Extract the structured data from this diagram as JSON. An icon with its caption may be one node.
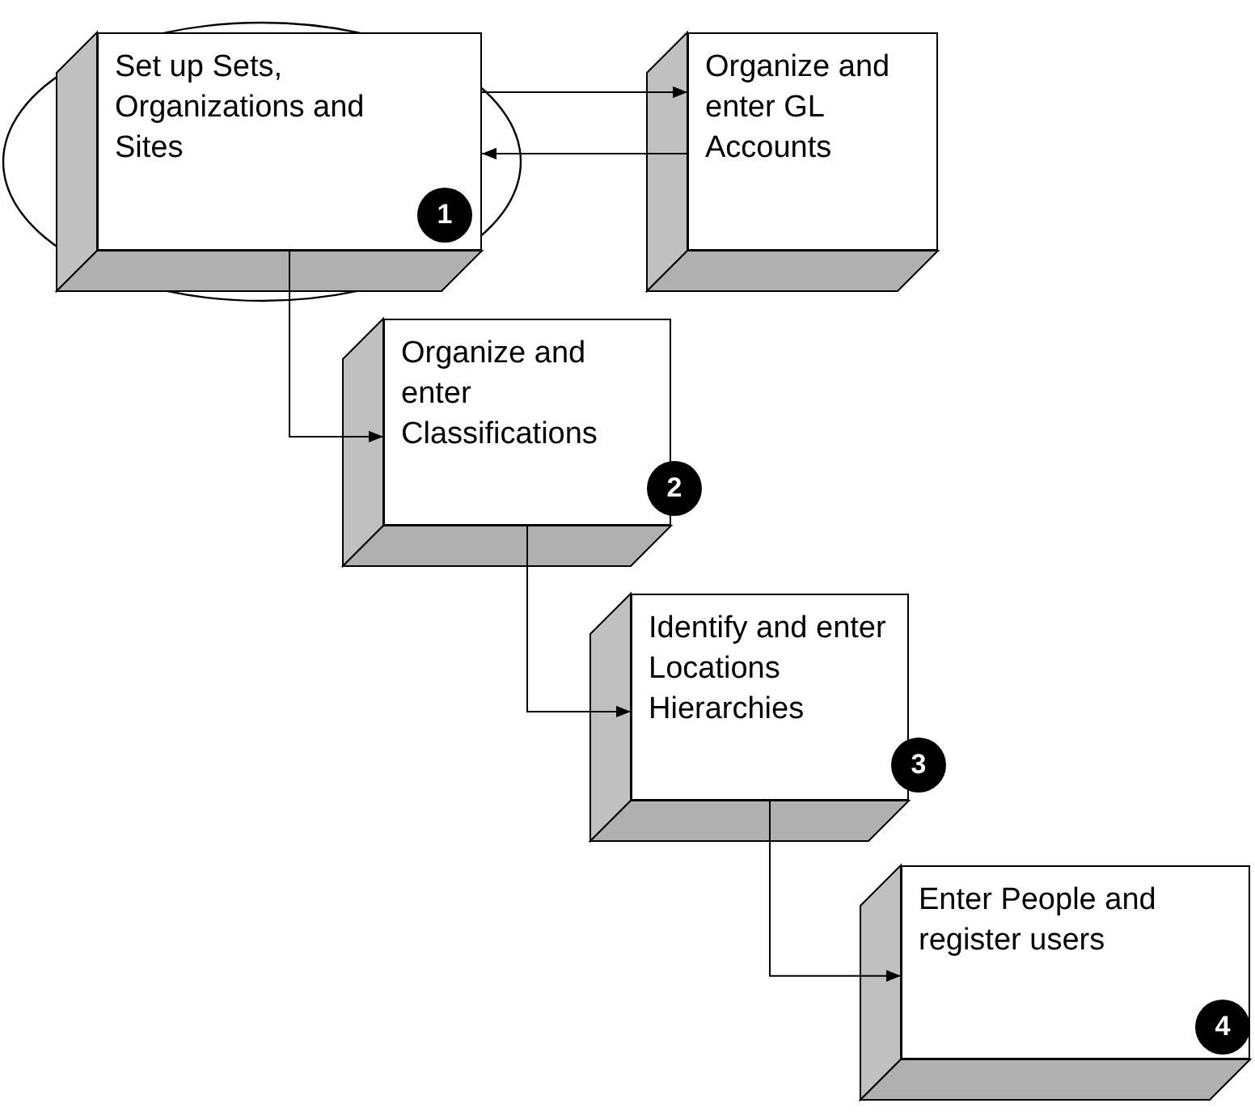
{
  "diagram": {
    "nodes": [
      {
        "text": [
          "Set up Sets, Organizations and Sites",
          "1"
        ]
      },
      {
        "text": [
          "Organize and enter GL Accounts"
        ]
      },
      {
        "text": [
          "Organize and enter Classifications",
          "2"
        ]
      },
      {
        "text": [
          "Identify and enter Locations Hierarchies",
          "3"
        ]
      },
      {
        "text": [
          "Enter People and register users",
          "4"
        ]
      }
    ],
    "edges": [
      {
        "from": 0,
        "to": 1,
        "arrow": "to"
      },
      {
        "from": 1,
        "to": 0,
        "arrow": "to"
      },
      {
        "from": 0,
        "to": 2,
        "arrow": "to"
      },
      {
        "from": 2,
        "to": 3,
        "arrow": "to"
      },
      {
        "from": 3,
        "to": 4,
        "arrow": "to"
      }
    ]
  }
}
